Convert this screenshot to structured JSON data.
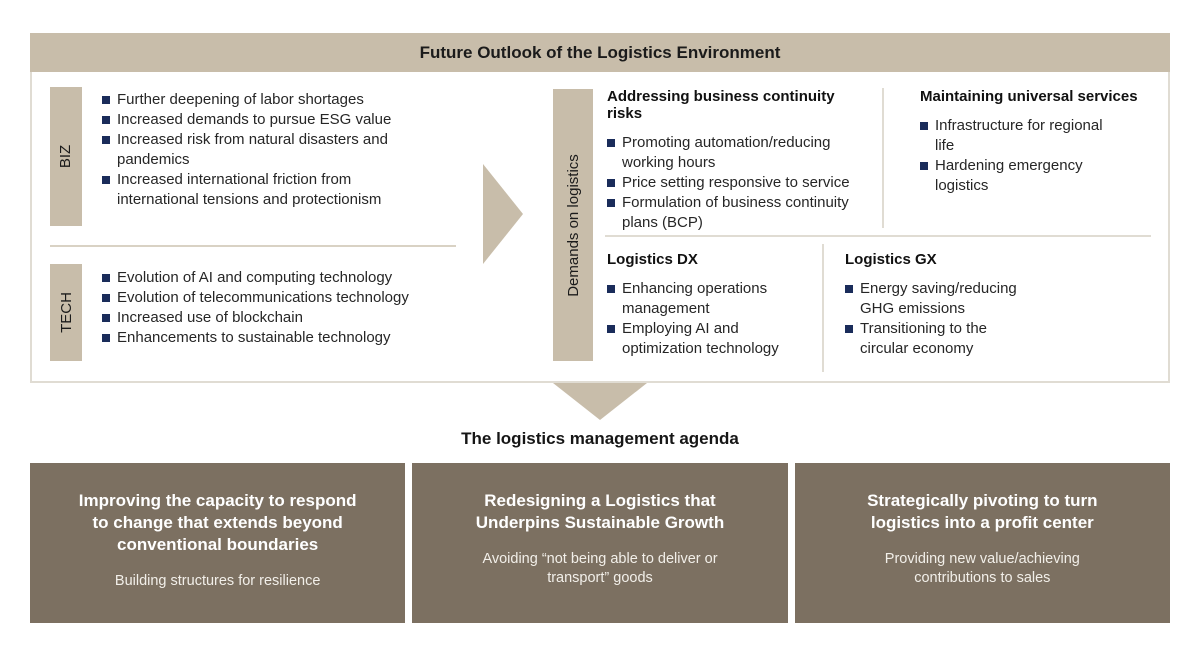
{
  "colors": {
    "tan": "#c8bdaa",
    "brown": "#7c7061",
    "navy": "#1a2c5a",
    "text-dark": "#1c1c1c",
    "divider": "#d9d2c4",
    "frame-border": "#e0dcd3",
    "box-subtitle": "#f2efe9"
  },
  "header": {
    "title": "Future Outlook of the Logistics Environment"
  },
  "environment": {
    "biz": {
      "label": "BIZ",
      "items": [
        "Further deepening of labor shortages",
        "Increased demands to pursue ESG value",
        "Increased risk from natural disasters and\npandemics",
        "Increased international friction from\ninternational tensions and protectionism"
      ]
    },
    "tech": {
      "label": "TECH",
      "items": [
        "Evolution of AI and computing technology",
        "Evolution of telecommunications technology",
        "Increased use of blockchain",
        "Enhancements to sustainable technology"
      ]
    },
    "demands_label": "Demands on logistics",
    "quadrants": {
      "continuity": {
        "title": "Addressing business continuity risks",
        "items": [
          "Promoting automation/reducing\nworking hours",
          "Price setting responsive to service",
          "Formulation of business continuity\nplans (BCP)"
        ]
      },
      "universal": {
        "title": "Maintaining universal services",
        "items": [
          "Infrastructure for regional\nlife",
          "Hardening emergency\nlogistics"
        ]
      },
      "dx": {
        "title": "Logistics DX",
        "items": [
          "Enhancing operations\nmanagement",
          "Employing AI and\noptimization technology"
        ]
      },
      "gx": {
        "title": "Logistics GX",
        "items": [
          "Energy saving/reducing\nGHG emissions",
          "Transitioning to the\ncircular economy"
        ]
      }
    }
  },
  "agenda": {
    "title": "The logistics management agenda",
    "boxes": [
      {
        "title": "Improving the capacity to respond\nto change that extends beyond\nconventional boundaries",
        "subtitle": "Building structures for resilience"
      },
      {
        "title": "Redesigning a Logistics that\nUnderpins Sustainable Growth",
        "subtitle": "Avoiding “not being able to deliver or\ntransport” goods"
      },
      {
        "title": "Strategically pivoting to turn\nlogistics into a profit center",
        "subtitle": "Providing new value/achieving\ncontributions to sales"
      }
    ]
  }
}
